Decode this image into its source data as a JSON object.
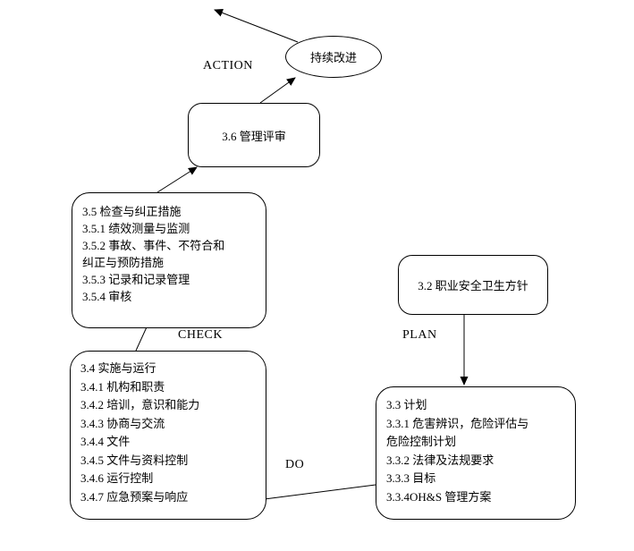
{
  "nodes": {
    "continuous_improvement": {
      "label": "持续改进"
    },
    "management_review": {
      "label": "3.6 管理评审"
    },
    "ohs_policy": {
      "label": "3.2 职业安全卫生方针"
    },
    "check_corrective": {
      "lines": [
        "3.5 检查与纠正措施",
        "3.5.1 绩效测量与监测",
        "3.5.2 事故、事件、不符合和",
        "纠正与预防措施",
        "3.5.3 记录和记录管理",
        "3.5.4 审核"
      ]
    },
    "implementation_operation": {
      "lines": [
        "3.4 实施与运行",
        "3.4.1 机构和职责",
        "3.4.2 培训，意识和能力",
        "3.4.3 协商与交流",
        "3.4.4 文件",
        "3.4.5 文件与资料控制",
        "3.4.6 运行控制",
        "3.4.7 应急预案与响应"
      ]
    },
    "planning": {
      "lines": [
        "3.3 计划",
        "3.3.1 危害辨识，危险评估与",
        "危险控制计划",
        "3.3.2 法律及法规要求",
        "3.3.3 目标",
        "3.3.4OH&S 管理方案"
      ]
    }
  },
  "labels": {
    "action": "ACTION",
    "check": "CHECK",
    "plan": "PLAN",
    "do": "DO"
  },
  "colors": {
    "stroke": "#000000",
    "background": "#ffffff"
  }
}
